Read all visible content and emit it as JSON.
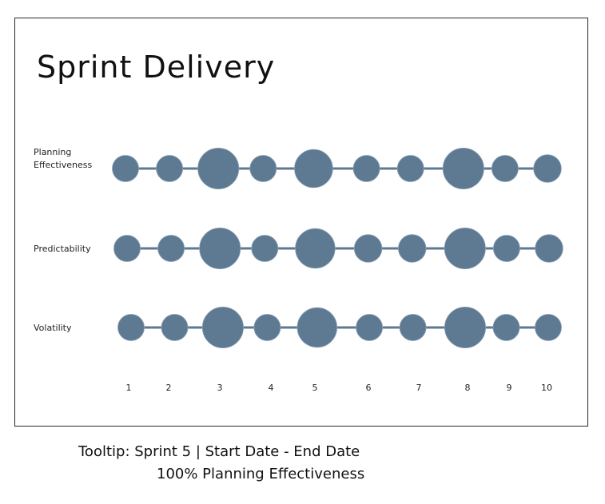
{
  "title": "Sprint Delivery",
  "chart_data": {
    "type": "scatter",
    "rows": [
      "Planning Effectiveness",
      "Predictability",
      "Volatility"
    ],
    "categories": [
      "1",
      "2",
      "3",
      "4",
      "5",
      "6",
      "7",
      "8",
      "9",
      "10"
    ],
    "bubble_size": [
      [
        1.0,
        1.0,
        1.55,
        1.0,
        1.45,
        1.0,
        1.0,
        1.55,
        1.0,
        1.05
      ],
      [
        1.0,
        1.0,
        1.55,
        1.0,
        1.5,
        1.05,
        1.05,
        1.55,
        1.0,
        1.05
      ],
      [
        1.0,
        1.0,
        1.55,
        1.0,
        1.5,
        1.0,
        1.0,
        1.55,
        1.0,
        1.0
      ]
    ],
    "color": "#5e7a93",
    "line_color": "#5e7a93"
  },
  "tooltip": {
    "line1": "Tooltip: Sprint 5 | Start Date - End Date",
    "line2": "100% Planning Effectiveness"
  }
}
